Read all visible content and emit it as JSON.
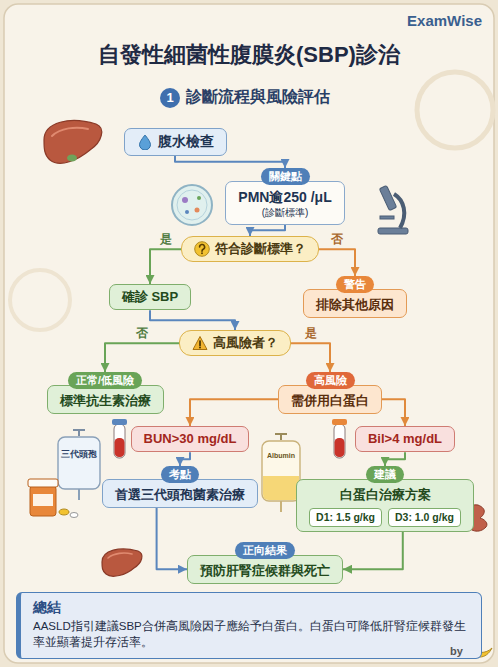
{
  "diagram": {
    "title": "自發性細菌性腹膜炎(SBP)診治",
    "nodes": [
      {
        "text": [
          "腹水檢查"
        ]
      },
      {
        "text": [
          "關鍵點",
          "PMN逾250 /μL",
          "(診斷標準)"
        ]
      },
      {
        "text": [
          "符合診斷標準？"
        ]
      },
      {
        "text": [
          "確診 SBP"
        ]
      },
      {
        "text": [
          "警告",
          "排除其他原因"
        ]
      },
      {
        "text": [
          "高風險者？"
        ]
      },
      {
        "text": [
          "正常/低風險",
          "標準抗生素治療"
        ]
      },
      {
        "text": [
          "高風險",
          "需併用白蛋白"
        ]
      },
      {
        "text": [
          "BUN>30 mg/dL"
        ]
      },
      {
        "text": [
          "Bil>4 mg/dL"
        ]
      },
      {
        "text": [
          "考點",
          "首選三代頭孢菌素治療"
        ]
      },
      {
        "text": [
          "建議",
          "白蛋白治療方案"
        ]
      },
      {
        "text": [
          "D1: 1.5 g/kg"
        ],
        "in": 11
      },
      {
        "text": [
          "D3: 1.0 g/kg"
        ],
        "in": 11
      },
      {
        "text": [
          "正向結果",
          "預防肝腎症候群與死亡"
        ]
      },
      {
        "text": [
          "總結",
          "AASLD指引建議SBP合併高風險因子應給予白蛋白。白蛋白可降低肝腎症候群發生率並顯著提升存活率。"
        ]
      }
    ],
    "edges": [
      {
        "from": 0,
        "to": 1,
        "arrow": "to"
      },
      {
        "from": 1,
        "to": 2,
        "arrow": "to"
      },
      {
        "from": 2,
        "to": 3,
        "label": "是",
        "arrow": "to"
      },
      {
        "from": 2,
        "to": 4,
        "label": "否",
        "arrow": "to"
      },
      {
        "from": 3,
        "to": 5,
        "arrow": "to"
      },
      {
        "from": 5,
        "to": 6,
        "label": "否",
        "arrow": "to"
      },
      {
        "from": 5,
        "to": 7,
        "label": "是",
        "arrow": "to"
      },
      {
        "from": 7,
        "to": 8,
        "arrow": "to"
      },
      {
        "from": 7,
        "to": 9,
        "arrow": "to"
      },
      {
        "from": 8,
        "to": 10,
        "arrow": "to"
      },
      {
        "from": 9,
        "to": 11,
        "arrow": "to"
      },
      {
        "from": 10,
        "to": 14,
        "arrow": "to"
      },
      {
        "from": 11,
        "to": 14,
        "arrow": "to"
      }
    ],
    "labels": [
      "ExamWise",
      "1",
      "診斷流程與風險評估",
      "三代頭孢",
      "Albumin",
      "by"
    ]
  }
}
